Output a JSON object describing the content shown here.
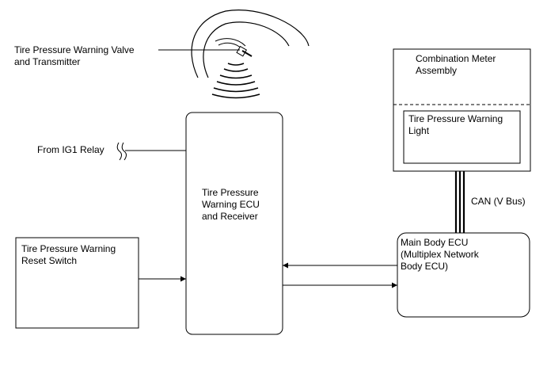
{
  "labels": {
    "valve_line1": "Tire Pressure Warning Valve",
    "valve_line2": "and Transmitter",
    "ig1": "From IG1 Relay",
    "ecu_line1": "Tire Pressure",
    "ecu_line2": "Warning ECU",
    "ecu_line3": "and Receiver",
    "meter_line1": "Combination Meter",
    "meter_line2": "Assembly",
    "light_line1": "Tire Pressure Warning",
    "light_line2": "Light",
    "can": "CAN (V Bus)",
    "body_line1": "Main Body ECU",
    "body_line2": "(Multiplex Network",
    "body_line3": "Body ECU)",
    "reset_line1": "Tire Pressure Warning",
    "reset_line2": "Reset Switch"
  }
}
